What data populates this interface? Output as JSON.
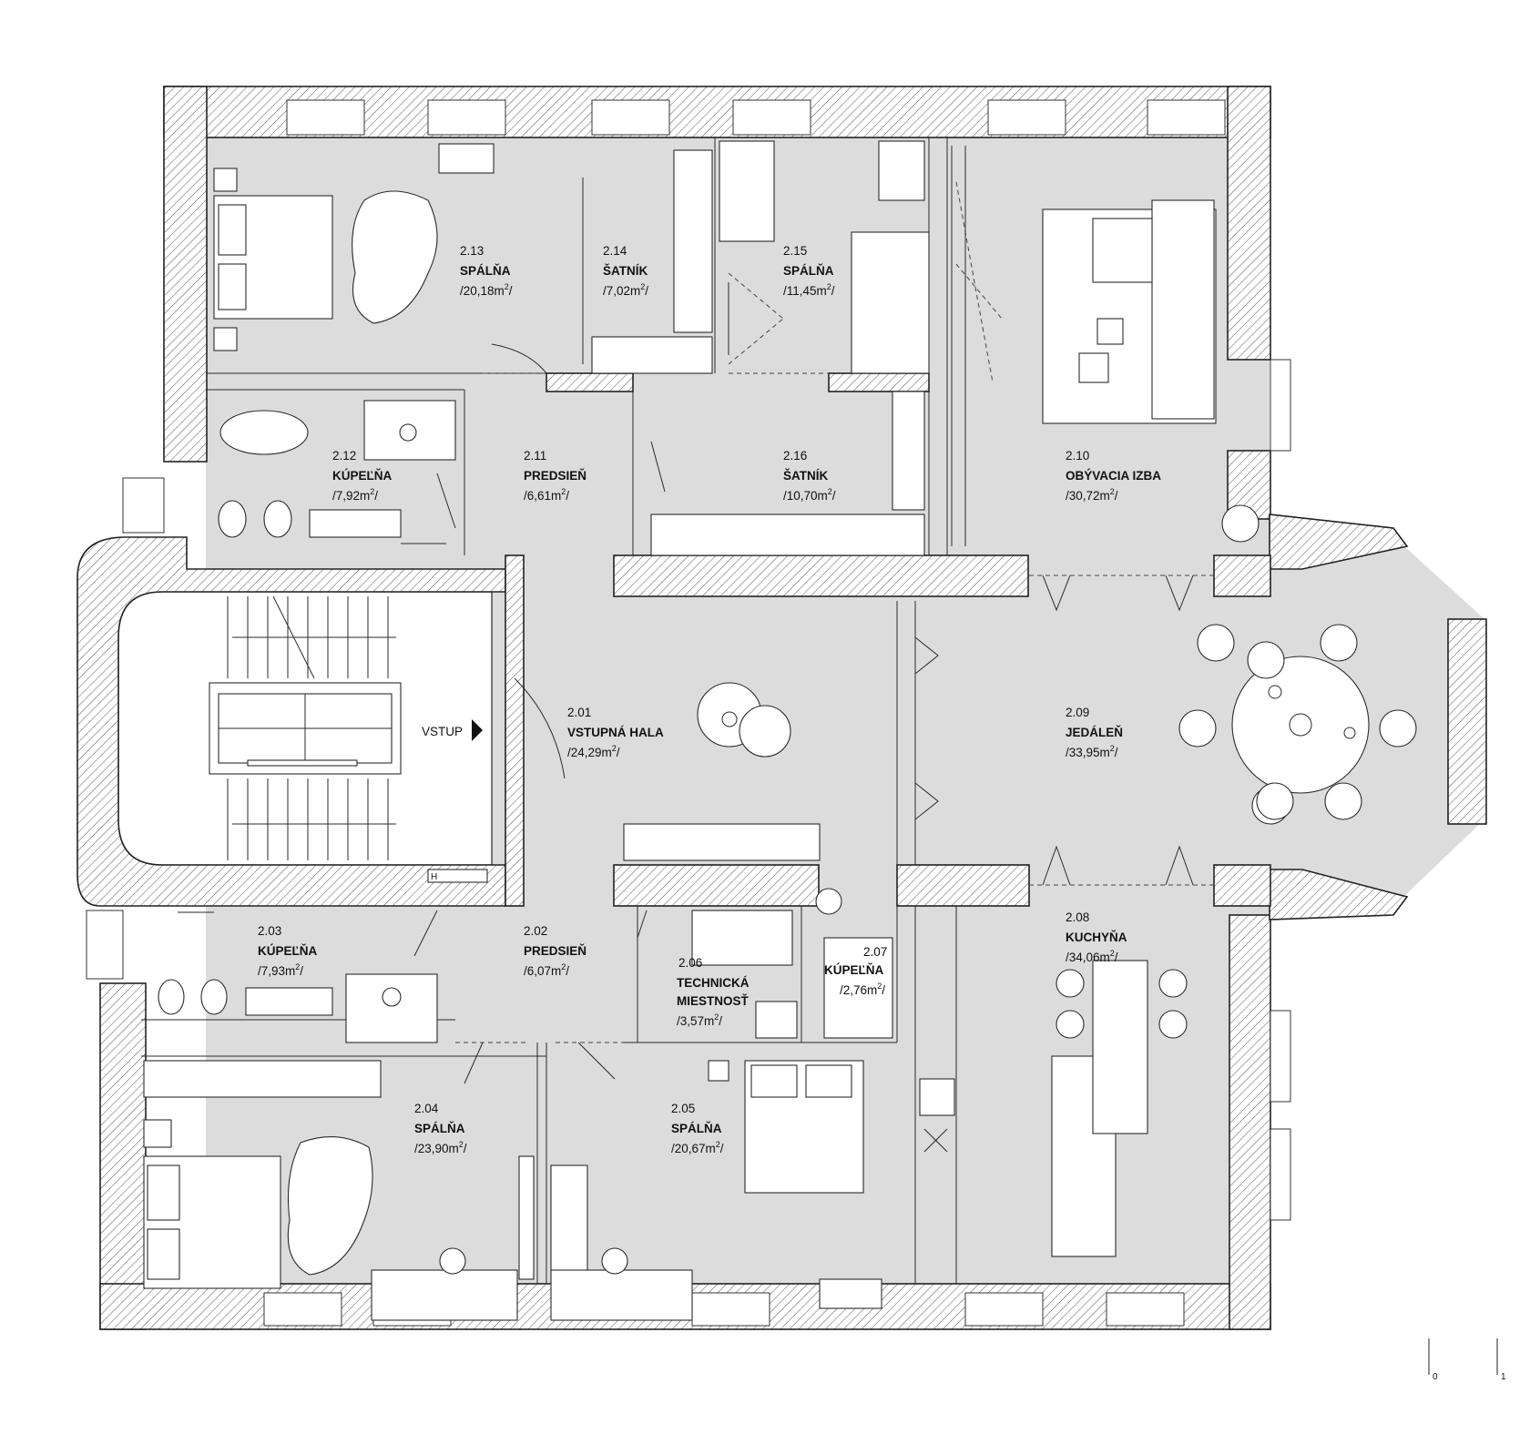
{
  "rooms": [
    {
      "id": "r213",
      "num": "2.13",
      "name": "SPÁLŇA",
      "area": "/20,18m",
      "unit_sup": "2",
      "unit_end": "/"
    },
    {
      "id": "r214",
      "num": "2.14",
      "name": "ŠATNÍK",
      "area": "/7,02m",
      "unit_sup": "2",
      "unit_end": "/"
    },
    {
      "id": "r215",
      "num": "2.15",
      "name": "SPÁLŇA",
      "area": "/11,45m",
      "unit_sup": "2",
      "unit_end": "/"
    },
    {
      "id": "r210",
      "num": "2.10",
      "name": "OBÝVACIA IZBA",
      "area": "/30,72m",
      "unit_sup": "2",
      "unit_end": "/"
    },
    {
      "id": "r212",
      "num": "2.12",
      "name": "KÚPEĽŇA",
      "area": "/7,92m",
      "unit_sup": "2",
      "unit_end": "/"
    },
    {
      "id": "r211",
      "num": "2.11",
      "name": "PREDSIEŇ",
      "area": "/6,61m",
      "unit_sup": "2",
      "unit_end": "/"
    },
    {
      "id": "r216",
      "num": "2.16",
      "name": "ŠATNÍK",
      "area": "/10,70m",
      "unit_sup": "2",
      "unit_end": "/"
    },
    {
      "id": "r201",
      "num": "2.01",
      "name": "VSTUPNÁ HALA",
      "area": "/24,29m",
      "unit_sup": "2",
      "unit_end": "/"
    },
    {
      "id": "r209",
      "num": "2.09",
      "name": "JEDÁLEŇ",
      "area": "/33,95m",
      "unit_sup": "2",
      "unit_end": "/"
    },
    {
      "id": "r203",
      "num": "2.03",
      "name": "KÚPEĽŇA",
      "area": "/7,93m",
      "unit_sup": "2",
      "unit_end": "/"
    },
    {
      "id": "r202",
      "num": "2.02",
      "name": "PREDSIEŇ",
      "area": "/6,07m",
      "unit_sup": "2",
      "unit_end": "/"
    },
    {
      "id": "r206",
      "num": "2.06",
      "name": "TECHNICKÁ",
      "name2": "MIESTNOSŤ",
      "area": "/3,57m",
      "unit_sup": "2",
      "unit_end": "/"
    },
    {
      "id": "r207",
      "num": "2.07",
      "name": "KÚPEĽŇA",
      "area": "/2,76m",
      "unit_sup": "2",
      "unit_end": "/"
    },
    {
      "id": "r208",
      "num": "2.08",
      "name": "KUCHYŇA",
      "area": "/34,06m",
      "unit_sup": "2",
      "unit_end": "/"
    },
    {
      "id": "r204",
      "num": "2.04",
      "name": "SPÁLŇA",
      "area": "/23,90m",
      "unit_sup": "2",
      "unit_end": "/"
    },
    {
      "id": "r205",
      "num": "2.05",
      "name": "SPÁLŇA",
      "area": "/20,67m",
      "unit_sup": "2",
      "unit_end": "/"
    }
  ],
  "entrance": {
    "label": "VSTUP"
  },
  "meter": {
    "label": "H"
  },
  "scale": {
    "start": "0",
    "end": "1"
  }
}
